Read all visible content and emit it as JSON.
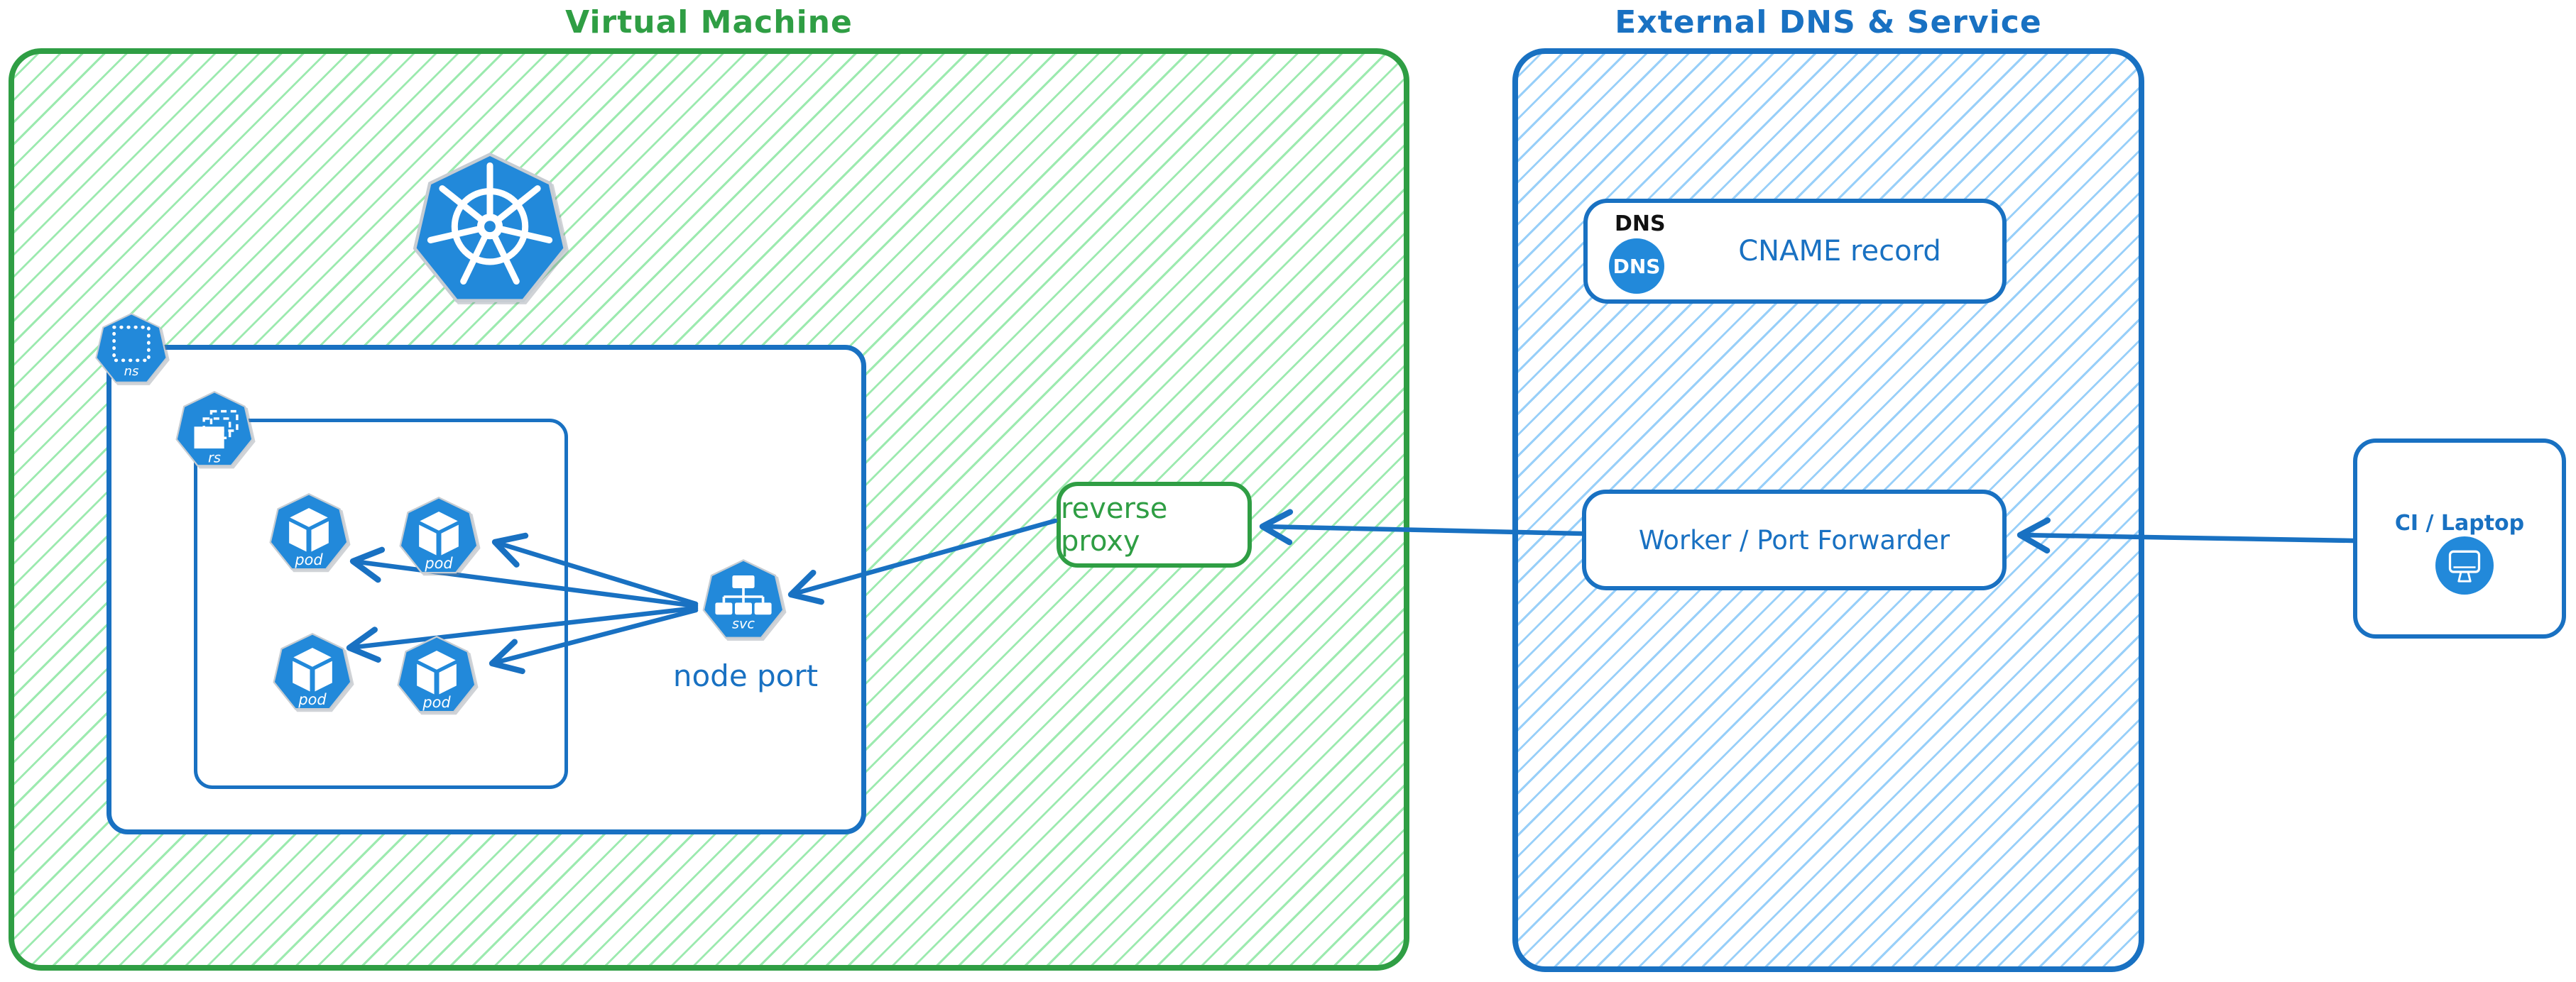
{
  "colors": {
    "green": "#2f9e44",
    "green_hatch": "#7be394",
    "blue": "#1971c2",
    "blue_hatch": "#86c7f8",
    "icon_blue": "#2289da",
    "label_black": "#111111",
    "background": "#ffffff"
  },
  "vm": {
    "title": "Virtual Machine",
    "kubernetes_icon": "kubernetes-wheel-icon",
    "namespace_badge": "ns",
    "replicaset_badge": "rs",
    "pods": [
      "pod",
      "pod",
      "pod",
      "pod"
    ],
    "service_badge": "svc",
    "node_port_label": "node port",
    "reverse_proxy_label": "reverse proxy"
  },
  "external": {
    "title": "External DNS & Service",
    "dns_card": {
      "label": "DNS",
      "badge": "DNS",
      "record": "CNAME record"
    },
    "worker_label": "Worker / Port Forwarder"
  },
  "client": {
    "label": "CI / Laptop",
    "monitor_icon": "monitor-icon"
  }
}
